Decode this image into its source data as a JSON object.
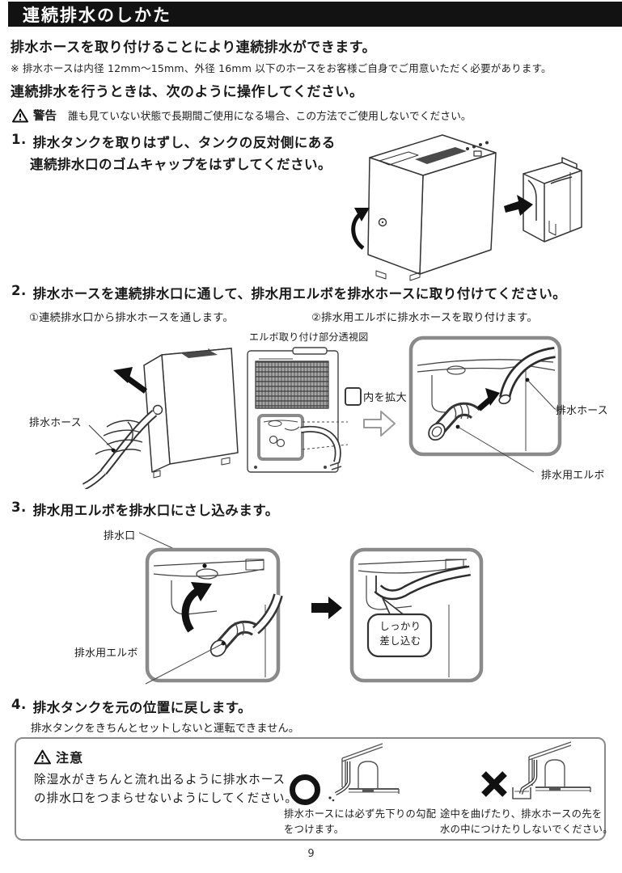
{
  "page": {
    "title": "連続排水のしかた",
    "page_number": "9"
  },
  "intro": {
    "line1": "排水ホースを取り付けることにより連続排水ができます。",
    "note": "※ 排水ホースは内径 12mm〜15mm、外径 16mm 以下のホースをお客様ご自身でご用意いただく必要があります。",
    "line2": "連続排水を行うときは、次のように操作してください。"
  },
  "warning": {
    "label": "警告",
    "text": "誰も見ていない状態で長期間ご使用になる場合、この方法でご使用しないでください。"
  },
  "steps": [
    {
      "number": "1.",
      "text_line1": "排水タンクを取りはずし、タンクの反対側にある",
      "text_line2": "連続排水口のゴムキャップをはずしてください。"
    },
    {
      "number": "2.",
      "text": "排水ホースを連続排水口に通して、排水用エルボを排水ホースに取り付けてください。",
      "sub1": "①連続排水口から排水ホースを通します。",
      "sub2": "②排水用エルボに排水ホースを取り付けます。",
      "diagram_title": "エルボ取り付け部分透視図",
      "zoom_note": "内を拡大",
      "label_hose_left": "排水ホース",
      "label_hose_right": "排水ホース",
      "label_elbow": "排水用エルボ"
    },
    {
      "number": "3.",
      "text": "排水用エルボを排水口にさし込みます。",
      "label_port": "排水口",
      "label_elbow": "排水用エルボ",
      "bubble_line1": "しっかり",
      "bubble_line2": "差し込む"
    },
    {
      "number": "4.",
      "text": "排水タンクを元の位置に戻します。",
      "sub": "排水タンクをきちんとセットしないと運転できません。"
    }
  ],
  "caution": {
    "label": "注意",
    "text_line1": "除湿水がきちんと流れ出るように排水ホース",
    "text_line2": "の排水口をつまらせないようにしてください。",
    "good_caption_line1": "排水ホースには必ず先下りの勾配",
    "good_caption_line2": "をつけます。",
    "bad_caption_line1": "途中を曲げたり、排水ホースの先を",
    "bad_caption_line2": "水の中につけたりしないでください。"
  },
  "icons": {
    "warning_triangle": "warning-triangle",
    "good_mark": "circle-ok",
    "bad_mark": "cross-ng",
    "step_arrow": "right-arrow",
    "zoom_arrow": "hollow-right-arrow"
  }
}
